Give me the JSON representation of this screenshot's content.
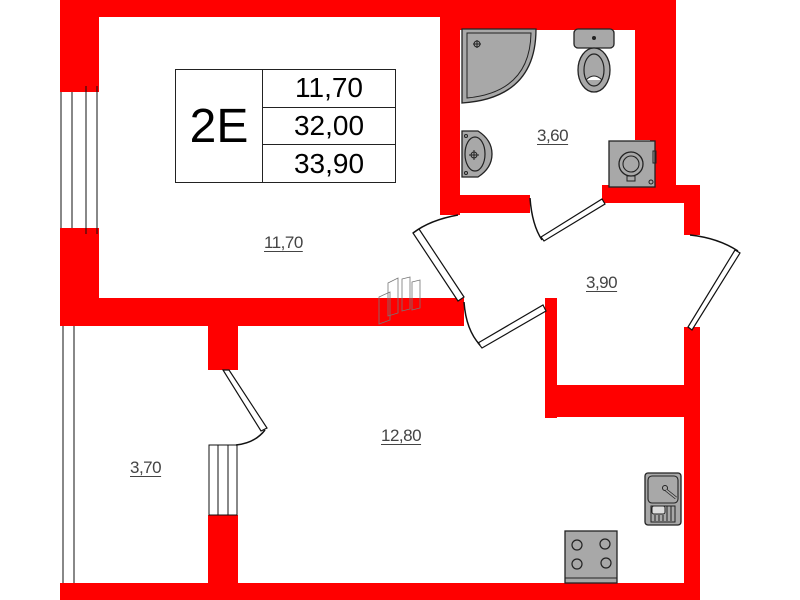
{
  "legend": {
    "code": "2E",
    "living_area": "11,70",
    "total_area": "32,00",
    "total_area_with_balcony": "33,90"
  },
  "rooms": [
    {
      "name": "room",
      "area": "11,70"
    },
    {
      "name": "bathroom",
      "area": "3,60"
    },
    {
      "name": "hallway",
      "area": "3,90"
    },
    {
      "name": "kitchen",
      "area": "12,80"
    },
    {
      "name": "balcony",
      "area": "3,70"
    }
  ],
  "colors": {
    "wall": "#ff0000",
    "fixture": "#a8a8a8",
    "background": "#ffffff"
  }
}
